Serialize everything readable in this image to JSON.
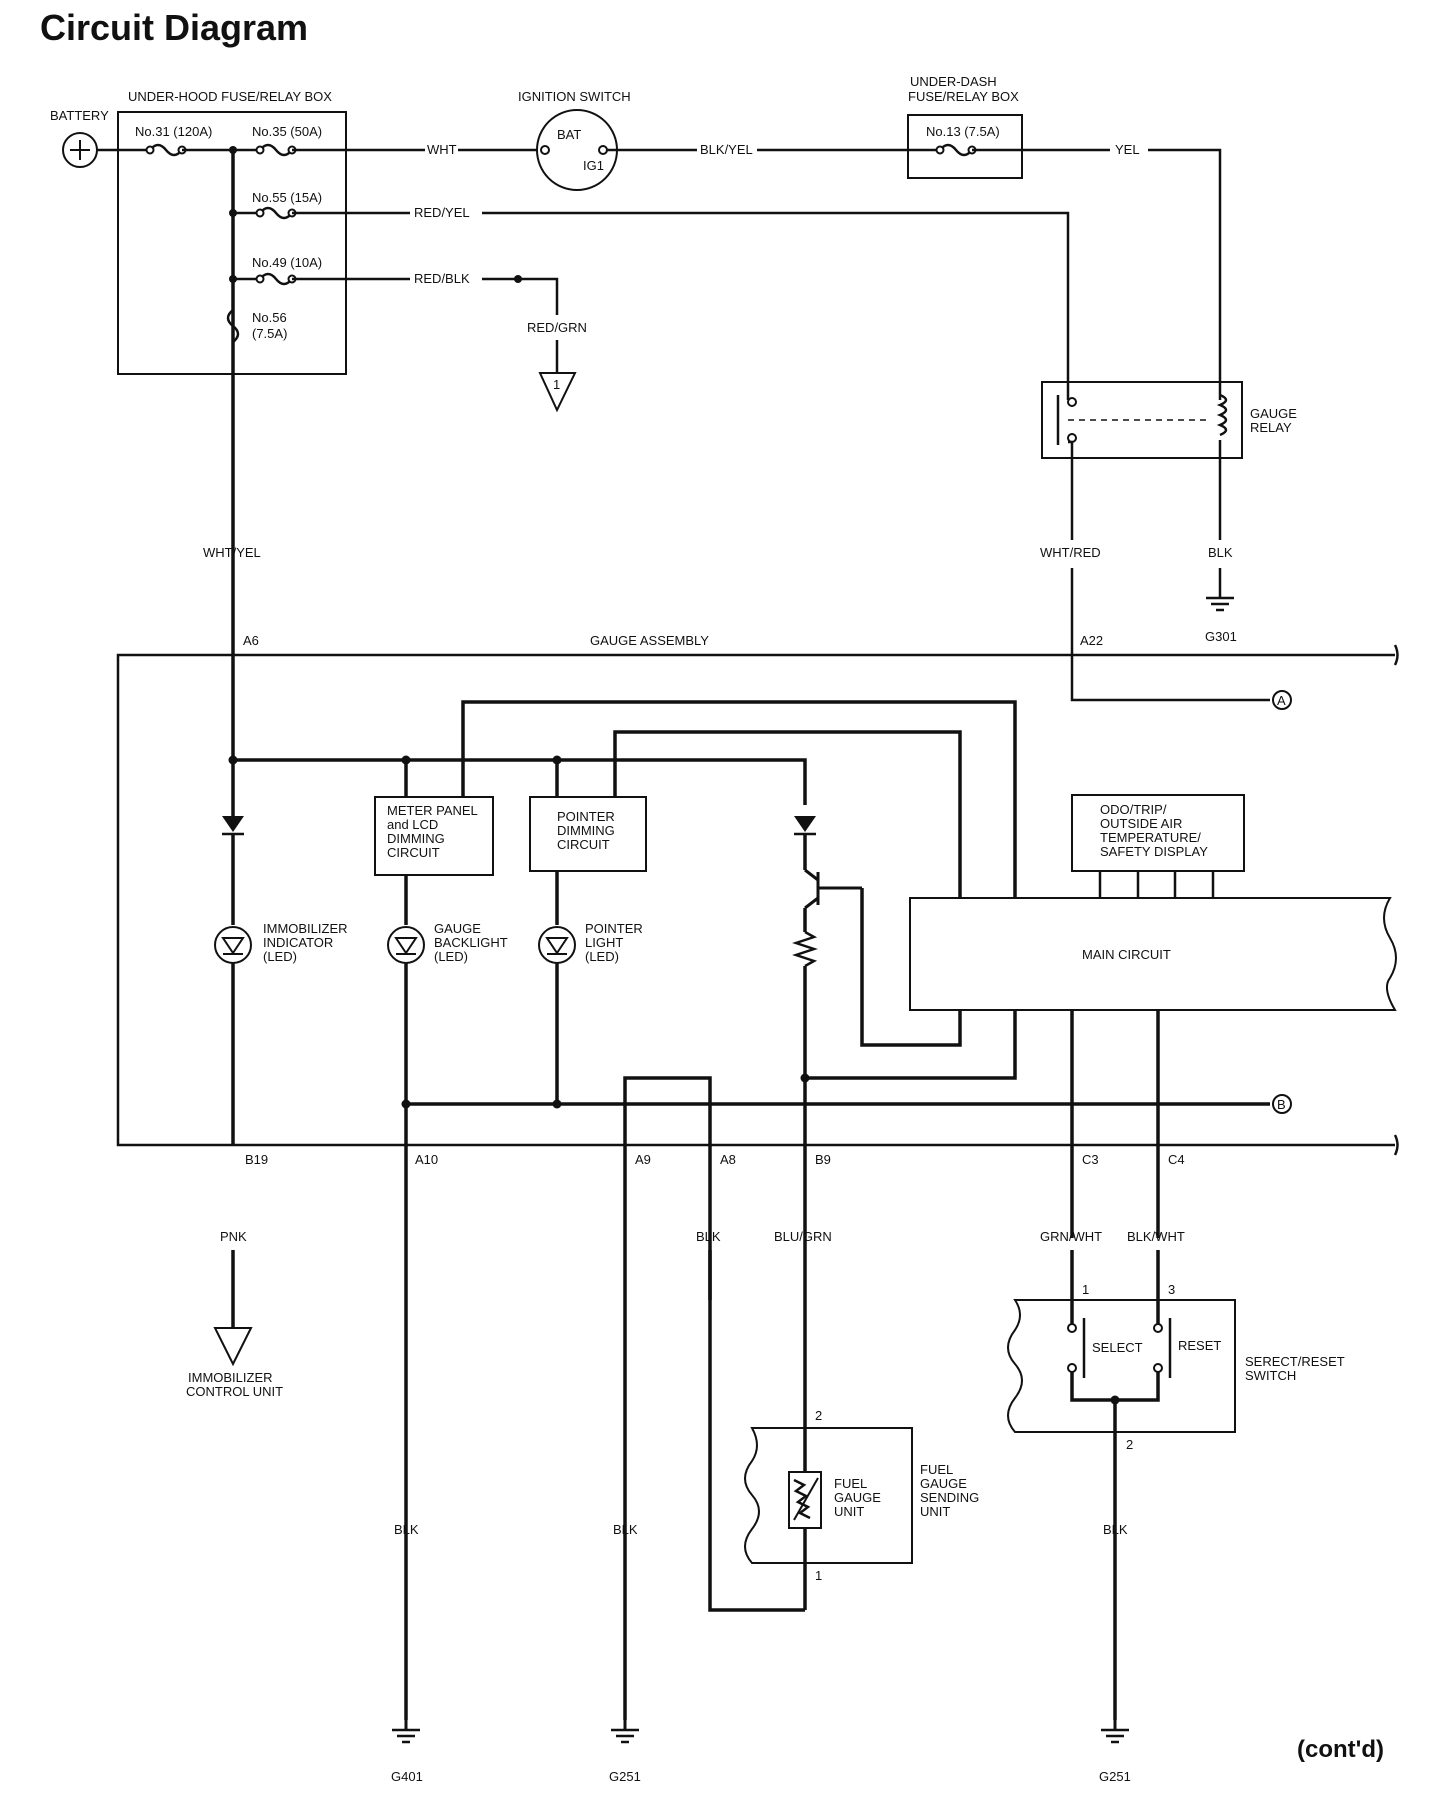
{
  "title": "Circuit Diagram",
  "continued": "(cont'd)",
  "power": {
    "battery": "BATTERY",
    "fuse_box": "UNDER-HOOD FUSE/RELAY BOX",
    "fuses": [
      "No.31 (120A)",
      "No.35 (50A)",
      "No.55 (15A)",
      "No.49 (10A)",
      "No.56",
      "(7.5A)"
    ],
    "ignition_switch": "IGNITION SWITCH",
    "ign_terminals": [
      "BAT",
      "IG1"
    ],
    "underdash_box": [
      "UNDER-DASH",
      "FUSE/RELAY BOX"
    ],
    "underdash_fuse": "No.13 (7.5A)",
    "gauge_relay": [
      "GAUGE",
      "RELAY"
    ]
  },
  "wires": {
    "wht": "WHT",
    "blk_yel": "BLK/YEL",
    "yel": "YEL",
    "red_yel": "RED/YEL",
    "red_blk": "RED/BLK",
    "red_grn": "RED/GRN",
    "wht_yel": "WHT/YEL",
    "wht_red": "WHT/RED",
    "blk": "BLK",
    "pnk": "PNK",
    "blu_grn": "BLU/GRN",
    "grn_wht": "GRN/WHT",
    "blk_wht": "BLK/WHT"
  },
  "connectors": {
    "A6": "A6",
    "A22": "A22",
    "B19": "B19",
    "A10": "A10",
    "A9": "A9",
    "A8": "A8",
    "B9": "B9",
    "C3": "C3",
    "C4": "C4",
    "marker_a": "A",
    "marker_b": "B",
    "pin1": "1",
    "pin2": "2",
    "pin3": "3"
  },
  "grounds": [
    "G301",
    "G401",
    "G251",
    "G251"
  ],
  "gauge_assembly": {
    "title": "GAUGE ASSEMBLY",
    "meter_panel": [
      "METER PANEL",
      "and LCD",
      "DIMMING",
      "CIRCUIT"
    ],
    "pointer_dimming": [
      "POINTER",
      "DIMMING",
      "CIRCUIT"
    ],
    "display": [
      "ODO/TRIP/",
      "OUTSIDE AIR",
      "TEMPERATURE/",
      "SAFETY DISPLAY"
    ],
    "main_circuit": "MAIN CIRCUIT",
    "immobilizer_led": [
      "IMMOBILIZER",
      "INDICATOR",
      "(LED)"
    ],
    "backlight_led": [
      "GAUGE",
      "BACKLIGHT",
      "(LED)"
    ],
    "pointer_led": [
      "POINTER",
      "LIGHT",
      "(LED)"
    ]
  },
  "external": {
    "immobilizer_unit": [
      "IMMOBILIZER",
      "CONTROL UNIT"
    ],
    "fuel_unit": [
      "FUEL",
      "GAUGE",
      "UNIT"
    ],
    "fuel_sending": [
      "FUEL",
      "GAUGE",
      "SENDING",
      "UNIT"
    ],
    "switch_select": "SELECT",
    "switch_reset": "RESET",
    "switch_name": [
      "SERECT/RESET",
      "SWITCH"
    ]
  }
}
